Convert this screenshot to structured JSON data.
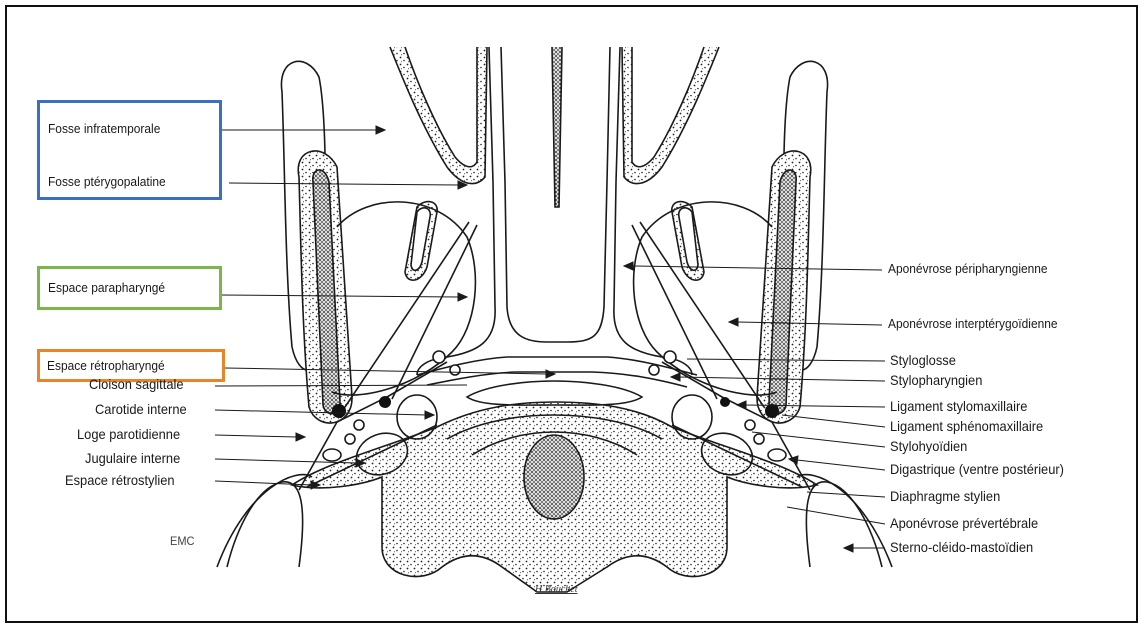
{
  "boxes": {
    "blue": {
      "color": "#3a6fc4"
    },
    "green": {
      "color": "#7ab648"
    },
    "orange": {
      "color": "#e8842c"
    }
  },
  "labels_left": {
    "fosse_infratemporale": "Fosse infratemporale",
    "fosse_pterygopalatine": "Fosse ptérygopalatine",
    "espace_parapharynge": "Espace parapharyngé",
    "espace_retropharynge": "Espace rétropharyngé",
    "cloison_sagittale": "Cloison sagittale",
    "carotide_interne": "Carotide interne",
    "loge_parotidienne": "Loge parotidienne",
    "jugulaire_interne": "Jugulaire interne",
    "espace_retrostylien": "Espace rétrostylien"
  },
  "labels_right": {
    "aponevrose_peripharyngienne": "Aponévrose péripharyngienne",
    "aponevrose_interpterygoidienne": "Aponévrose interptérygoïdienne",
    "styloglosse": "Styloglosse",
    "stylopharyngien": "Stylopharyngien",
    "ligament_stylomaxillaire": "Ligament stylomaxillaire",
    "ligament_sphenomaxillaire": "Ligament sphénomaxillaire",
    "stylohyoidien": "Stylohyoïdien",
    "digastrique": "Digastrique (ventre postérieur)",
    "diaphragme_stylien": "Diaphragme stylien",
    "aponevrose_prevertebrale": "Aponévrose prévertébrale",
    "sterno_cleido_mastoidien": "Sterno-cléido-mastoïdien"
  },
  "marks": {
    "emc": "EMC",
    "signature": "H Bouchet"
  }
}
